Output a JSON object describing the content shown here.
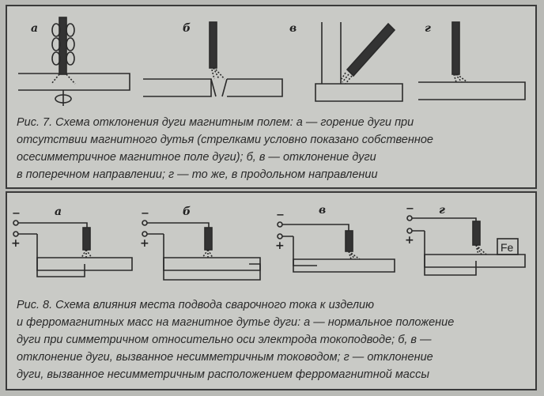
{
  "fig7": {
    "labels": [
      "а",
      "б",
      "в",
      "г"
    ],
    "caption_lines": [
      "Рис. 7. Схема отклонения дуги магнитным полем: а — горение дуги при",
      "отсутствии магнитного дутья (стрелками условно показано собственное",
      "осесимметричное магнитное поле дуги); б, в — отклонение дуги",
      "в поперечном направлении; г — то же, в продольном направлении"
    ]
  },
  "fig8": {
    "labels": [
      "а",
      "б",
      "в",
      "г"
    ],
    "minus_sign": "−",
    "plus_sign": "+",
    "fe_label": "Fe",
    "caption_lines": [
      "Рис. 8. Схема влияния места подвода сварочного тока к изделию",
      "и ферромагнитных масс на магнитное дутье дуги: а — нормальное положение",
      "дуги при симметричном относительно оси электрода токоподводе; б, в —",
      "отклонение дуги, вызванное несимметричным тоководом; г — отклонение",
      "дуги, вызванное несимметричным расположением ферромагнитной массы"
    ]
  }
}
